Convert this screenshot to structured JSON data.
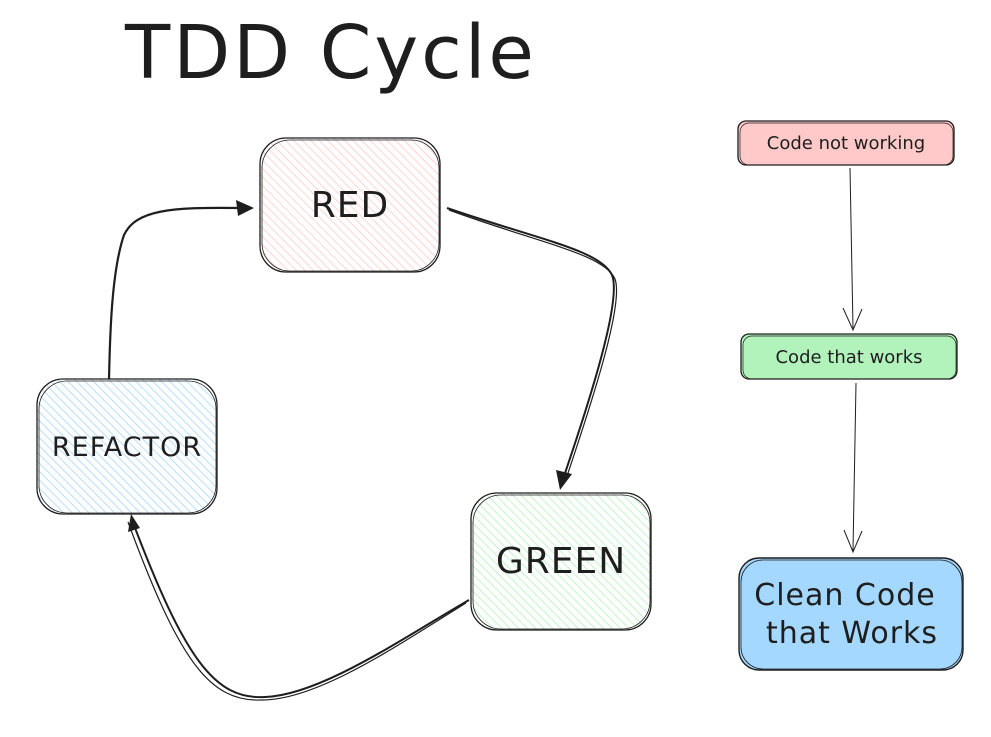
{
  "title": "TDD Cycle",
  "cycle": {
    "red": "RED",
    "green": "GREEN",
    "refactor": "REFACTOR"
  },
  "legend": {
    "not_working": "Code not working",
    "works": "Code that works",
    "clean_line1": "Clean Code",
    "clean_line2": "that Works"
  },
  "colors": {
    "red_fill": "#ffc9c9",
    "green_fill": "#b2f2bb",
    "blue_fill": "#a5d8ff",
    "stroke": "#1e1e1e"
  }
}
